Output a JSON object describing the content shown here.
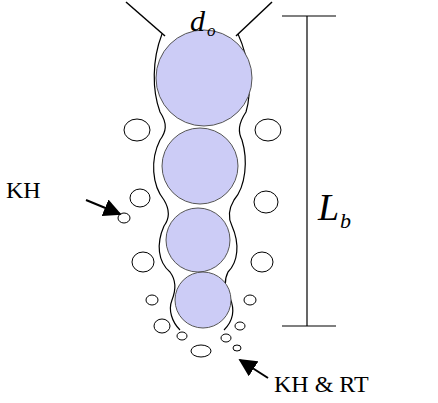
{
  "diagram": {
    "labels": [
      "d",
      "o",
      "L",
      "b",
      "KH",
      "KH & RT"
    ]
  }
}
